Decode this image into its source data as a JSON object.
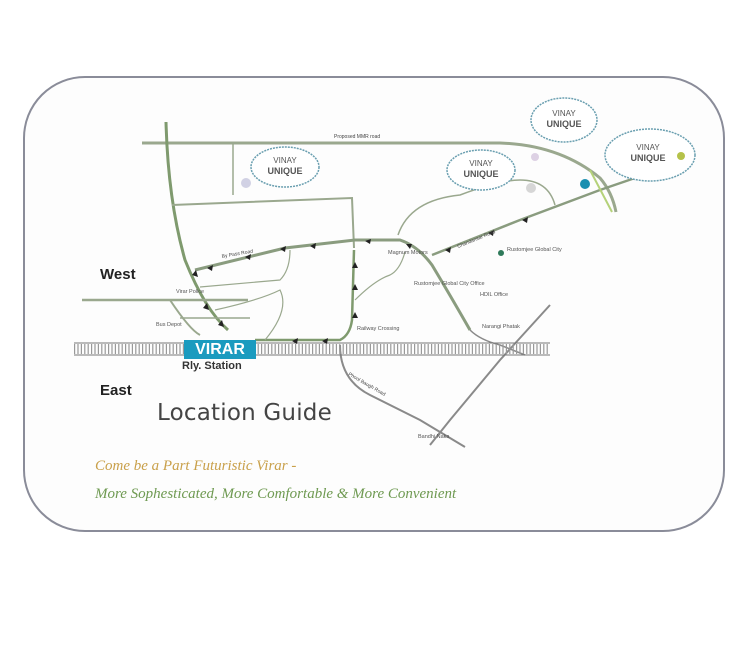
{
  "map": {
    "title": "Location Guide",
    "sides": {
      "west": "West",
      "east": "East"
    },
    "station": {
      "name": "VIRAR",
      "subtitle": "Rly. Station"
    },
    "tagline": {
      "line1": "Come be a Part Futuristic Virar -",
      "line2": "More Sophesticated, More Comfortable & More Convenient"
    },
    "roads": {
      "top": "Proposed MMR road",
      "mid": "By Pass Road",
      "east": "Chandansar Road",
      "south": "Phool Baugh Road"
    },
    "project_logos": [
      {
        "line1": "VINAY",
        "line2": "UNIQUE",
        "line3": ""
      },
      {
        "line1": "VINAY",
        "line2": "UNIQUE",
        "line3": ""
      },
      {
        "line1": "VINAY",
        "line2": "UNIQUE",
        "line3": ""
      },
      {
        "line1": "VINAY",
        "line2": "UNIQUE",
        "line3": ""
      }
    ],
    "landmarks": [
      {
        "label": "Rustomjee Global City"
      },
      {
        "label": "Rustomjee Global City Office"
      },
      {
        "label": "HDIL Office"
      },
      {
        "label": "Magnum Motors"
      },
      {
        "label": "Narangi Phatak"
      },
      {
        "label": "Bandhi Naka"
      },
      {
        "label": "Railway Crossing"
      },
      {
        "label": "Virar Police"
      },
      {
        "label": "Bus Depot"
      }
    ],
    "colors": {
      "frame": "#8a8c99",
      "road": "#9aa88e",
      "road_dark": "#6b7a62",
      "rail": "#555555",
      "station": "#1b9bbf",
      "logo_ring": "#6a9fb0",
      "marker_teal": "#1a8fb0",
      "marker_green": "#2f7a5a",
      "tagline1": "#c9a04a",
      "tagline2": "#6f9a52"
    }
  }
}
